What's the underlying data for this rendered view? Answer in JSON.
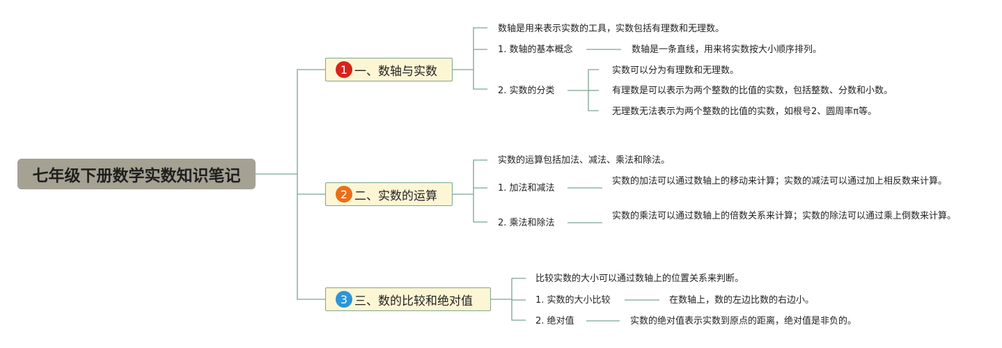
{
  "title": "七年级下册数学实数知识笔记",
  "colors": {
    "root_bg": "#a5a193",
    "topic_bg": "#fdf6d4",
    "line": "#7aa58f",
    "badge1": "#d8231a",
    "badge2": "#ea6e1a",
    "badge3": "#2b96d9"
  },
  "topics": [
    {
      "number": "1",
      "label": "一、数轴与实数",
      "intro": "数轴是用来表示实数的工具，实数包括有理数和无理数。",
      "sub": [
        {
          "label": "1. 数轴的基本概念",
          "details": [
            "数轴是一条直线，用来将实数按大小顺序排列。"
          ]
        },
        {
          "label": "2. 实数的分类",
          "details": [
            "实数可以分为有理数和无理数。",
            "有理数是可以表示为两个整数的比值的实数，包括整数、分数和小数。",
            "无理数无法表示为两个整数的比值的实数，如根号2、圆周率π等。"
          ]
        }
      ]
    },
    {
      "number": "2",
      "label": "二、实数的运算",
      "intro": "实数的运算包括加法、减法、乘法和除法。",
      "sub": [
        {
          "label": "1. 加法和减法",
          "details": [
            "实数的加法可以通过数轴上的移动来计算；实数的减法可以通过加上相反数来计算。"
          ]
        },
        {
          "label": "2. 乘法和除法",
          "details": [
            "实数的乘法可以通过数轴上的倍数关系来计算；实数的除法可以通过乘上倒数来计算。"
          ]
        }
      ]
    },
    {
      "number": "3",
      "label": "三、数的比较和绝对值",
      "intro": "比较实数的大小可以通过数轴上的位置关系来判断。",
      "sub": [
        {
          "label": "1. 实数的大小比较",
          "details": [
            "在数轴上，数的左边比数的右边小。"
          ]
        },
        {
          "label": "2. 绝对值",
          "details": [
            "实数的绝对值表示实数到原点的距离，绝对值是非负的。"
          ]
        }
      ]
    }
  ]
}
